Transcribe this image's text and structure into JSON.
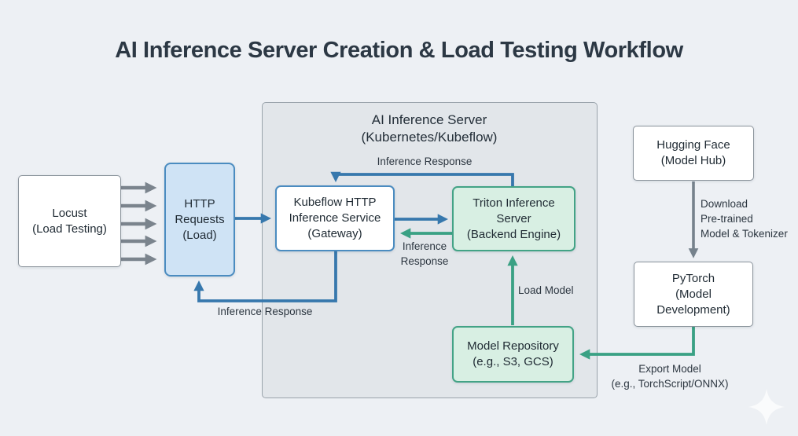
{
  "page": {
    "title": "AI Inference Server Creation & Load Testing Workflow"
  },
  "nodes": {
    "locust": {
      "lines": [
        "Locust",
        "(Load Testing)"
      ]
    },
    "http_requests": {
      "lines": [
        "HTTP",
        "Requests",
        "(Load)"
      ]
    },
    "kubeflow_gateway": {
      "lines": [
        "Kubeflow HTTP",
        "Inference Service",
        "(Gateway)"
      ]
    },
    "triton_server": {
      "lines": [
        "Triton Inference",
        "Server",
        "(Backend Engine)"
      ]
    },
    "model_repository": {
      "lines": [
        "Model Repository",
        "(e.g., S3, GCS)"
      ]
    },
    "hugging_face": {
      "lines": [
        "Hugging Face",
        "(Model Hub)"
      ]
    },
    "pytorch": {
      "lines": [
        "PyTorch",
        "(Model",
        "Development)"
      ]
    }
  },
  "container": {
    "title_lines": [
      "AI Inference Server",
      "(Kubernetes/Kubeflow)"
    ]
  },
  "edge_labels": {
    "inference_response_top": "Inference Response",
    "inference_response_mid": [
      "Inference",
      "Response"
    ],
    "inference_response_bottom": "Inference Response",
    "load_model": "Load Model",
    "download_pretrained": [
      "Download",
      "Pre-trained",
      "Model & Tokenizer"
    ],
    "export_model": [
      "Export Model",
      "(e.g., TorchScript/ONNX)"
    ]
  },
  "palette": {
    "background": "#edf0f4",
    "container_fill": "#e2e6ea",
    "container_border": "#9aa3ab",
    "blue_fill": "#cfe3f5",
    "blue_border": "#4b8cc0",
    "blue_arrow": "#3778ad",
    "green_fill": "#d8efe3",
    "green_border": "#43a386",
    "green_arrow": "#3aa184",
    "gray_arrow": "#7b848d",
    "title_text": "#2c3844"
  }
}
